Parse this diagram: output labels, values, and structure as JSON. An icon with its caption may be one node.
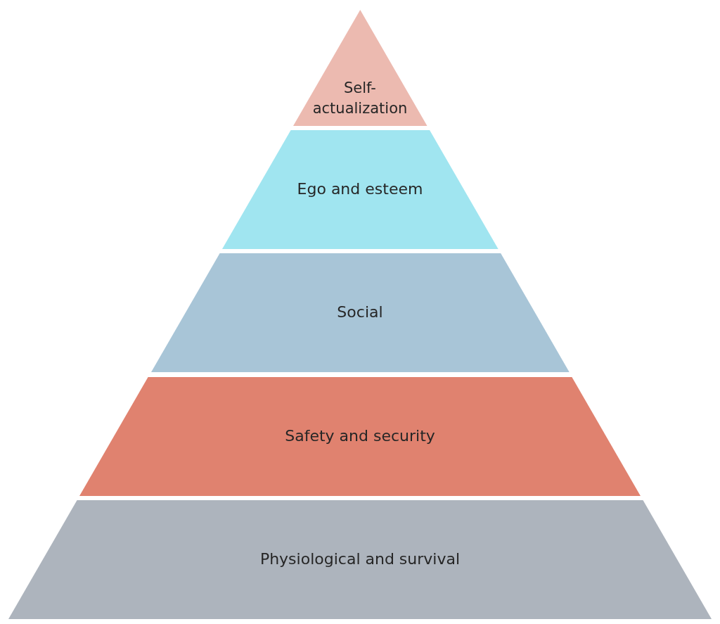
{
  "diagram": {
    "nodes": [
      {
        "text": [
          "Self-actualization"
        ]
      },
      {
        "text": [
          "Ego and esteem"
        ]
      },
      {
        "text": [
          "Social"
        ]
      },
      {
        "text": [
          "Safety and security"
        ]
      },
      {
        "text": [
          "Physiological and survival"
        ]
      }
    ]
  }
}
